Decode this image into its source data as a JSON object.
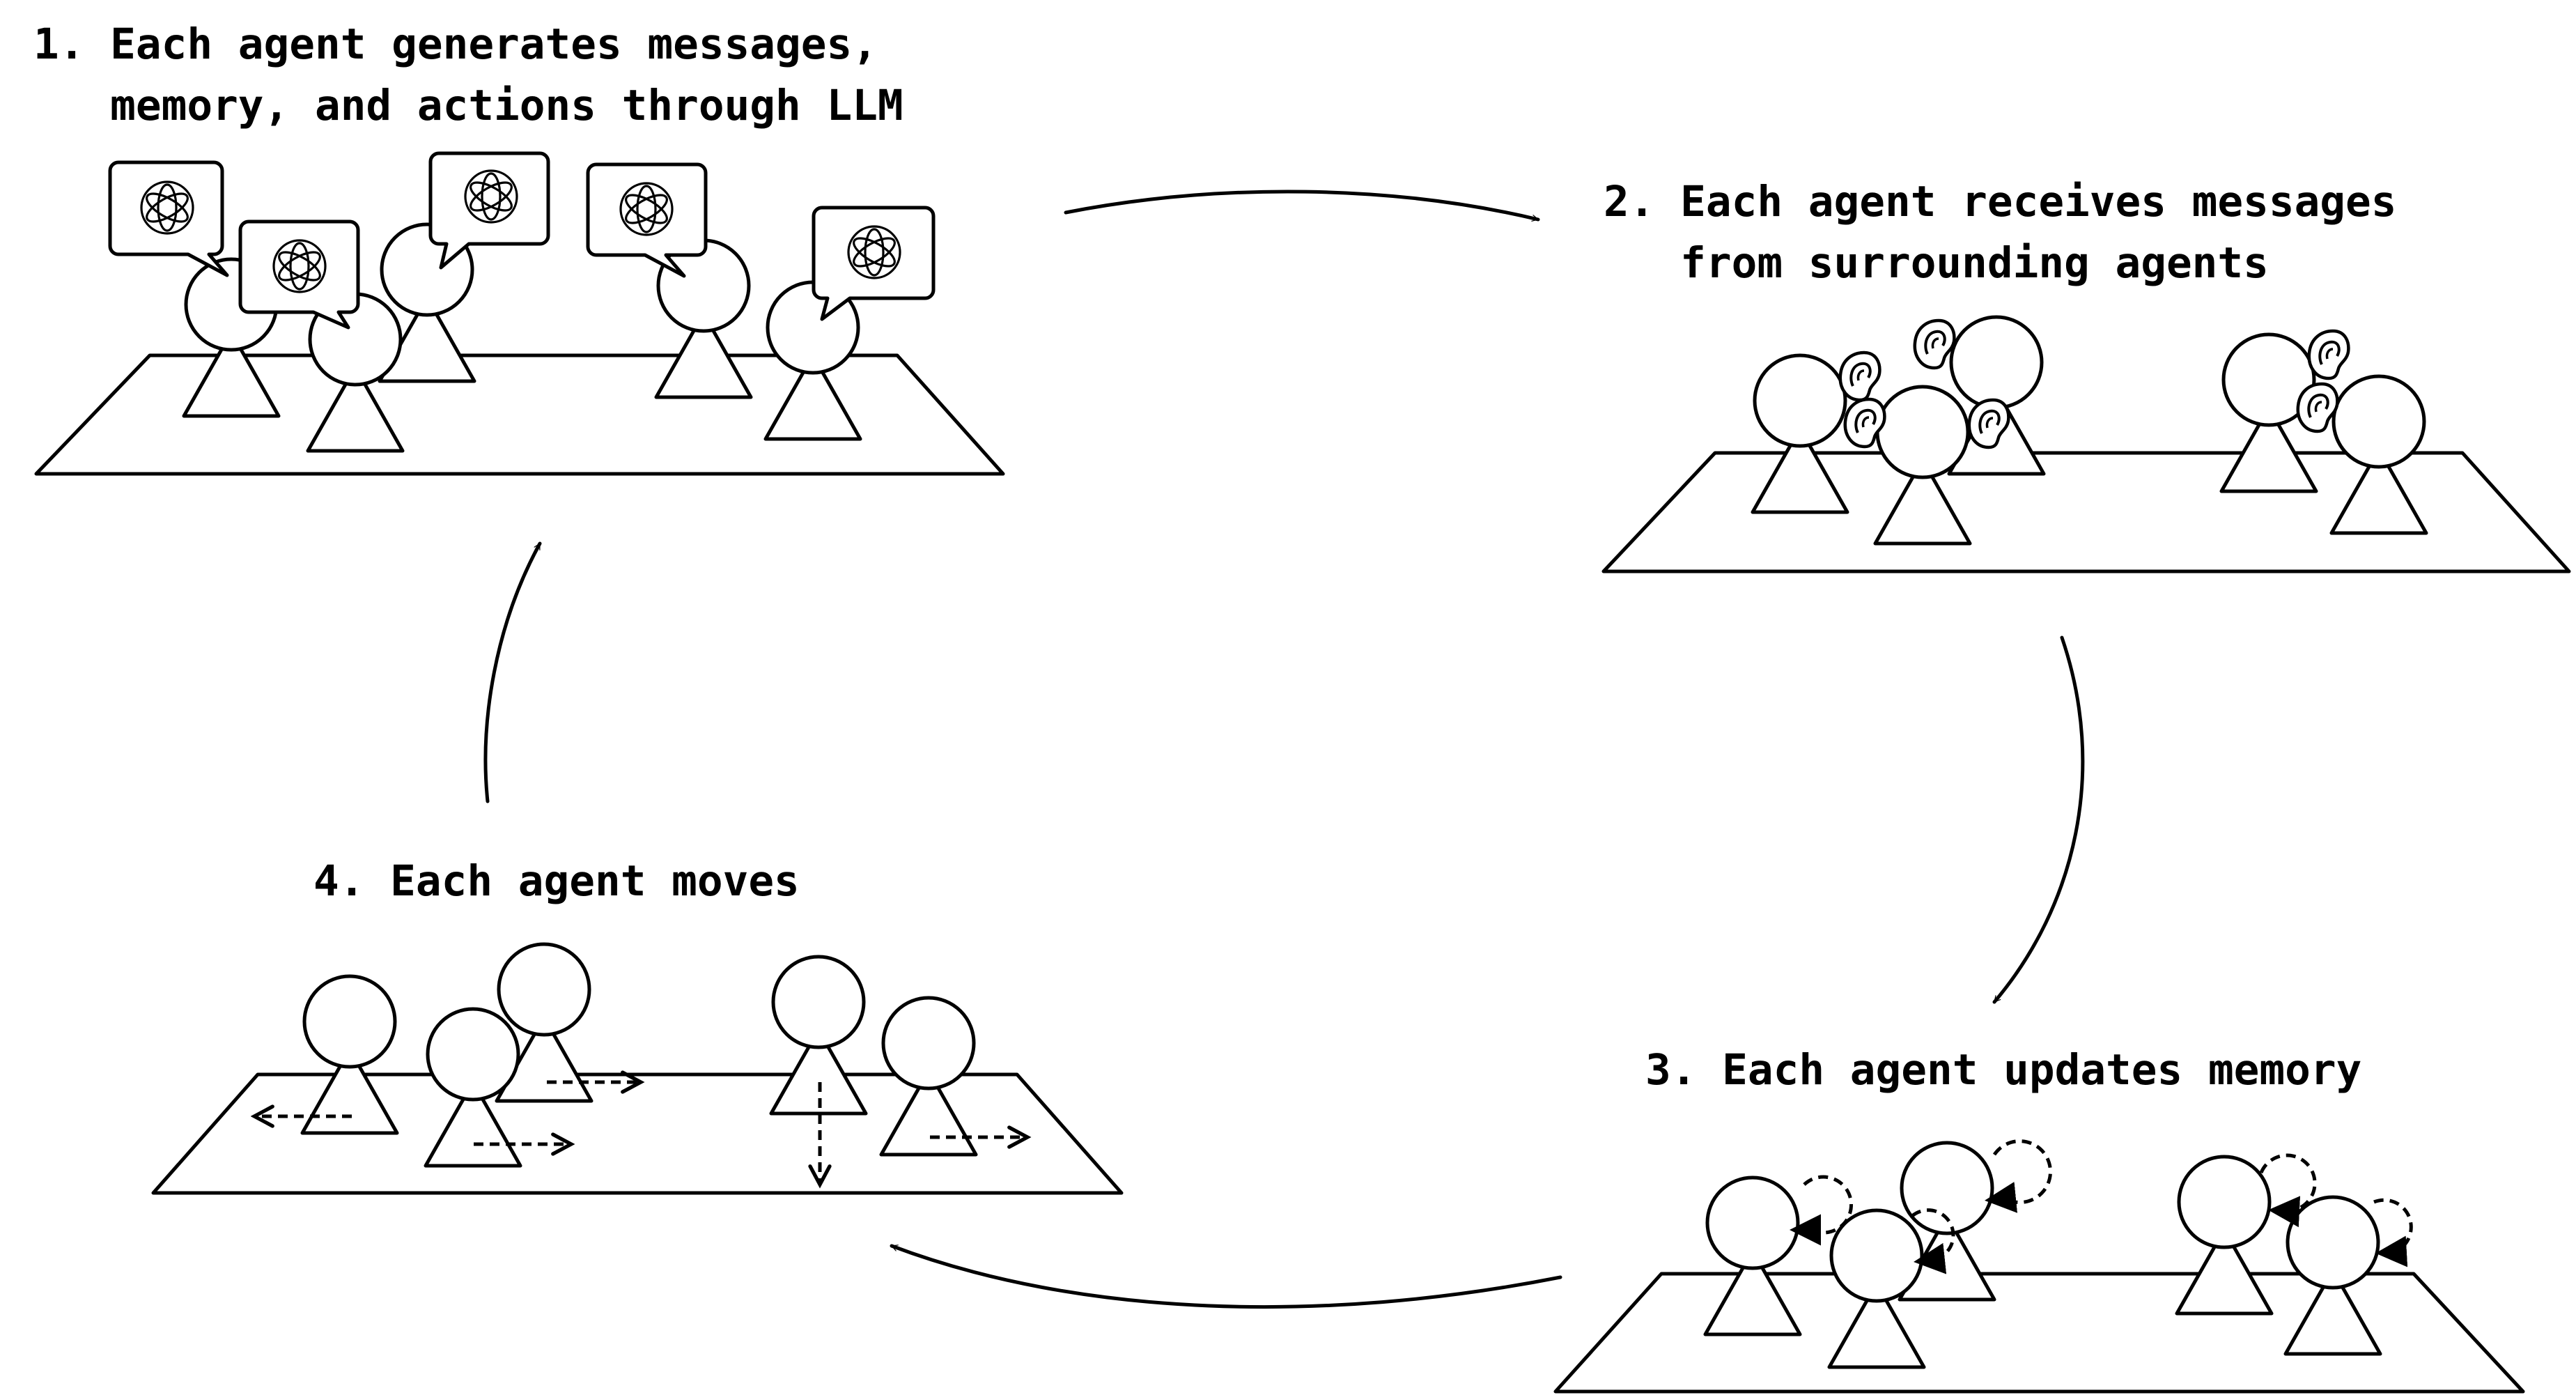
{
  "steps": [
    {
      "id": 1,
      "title_lines": [
        "1. Each agent generates messages,",
        "   memory, and actions through LLM"
      ],
      "icon": "llm-logo-icon"
    },
    {
      "id": 2,
      "title_lines": [
        "2. Each agent receives messages",
        "   from surrounding agents"
      ],
      "icon": "ear-icon"
    },
    {
      "id": 3,
      "title_lines": [
        "3. Each agent updates memory"
      ],
      "icon": "memory-loop-icon"
    },
    {
      "id": 4,
      "title_lines": [
        "4. Each agent moves"
      ],
      "icon": "move-arrow-icon"
    }
  ],
  "cycle": [
    "1",
    "2",
    "3",
    "4",
    "1"
  ],
  "colors": {
    "stroke": "#000000",
    "fill": "#ffffff"
  }
}
